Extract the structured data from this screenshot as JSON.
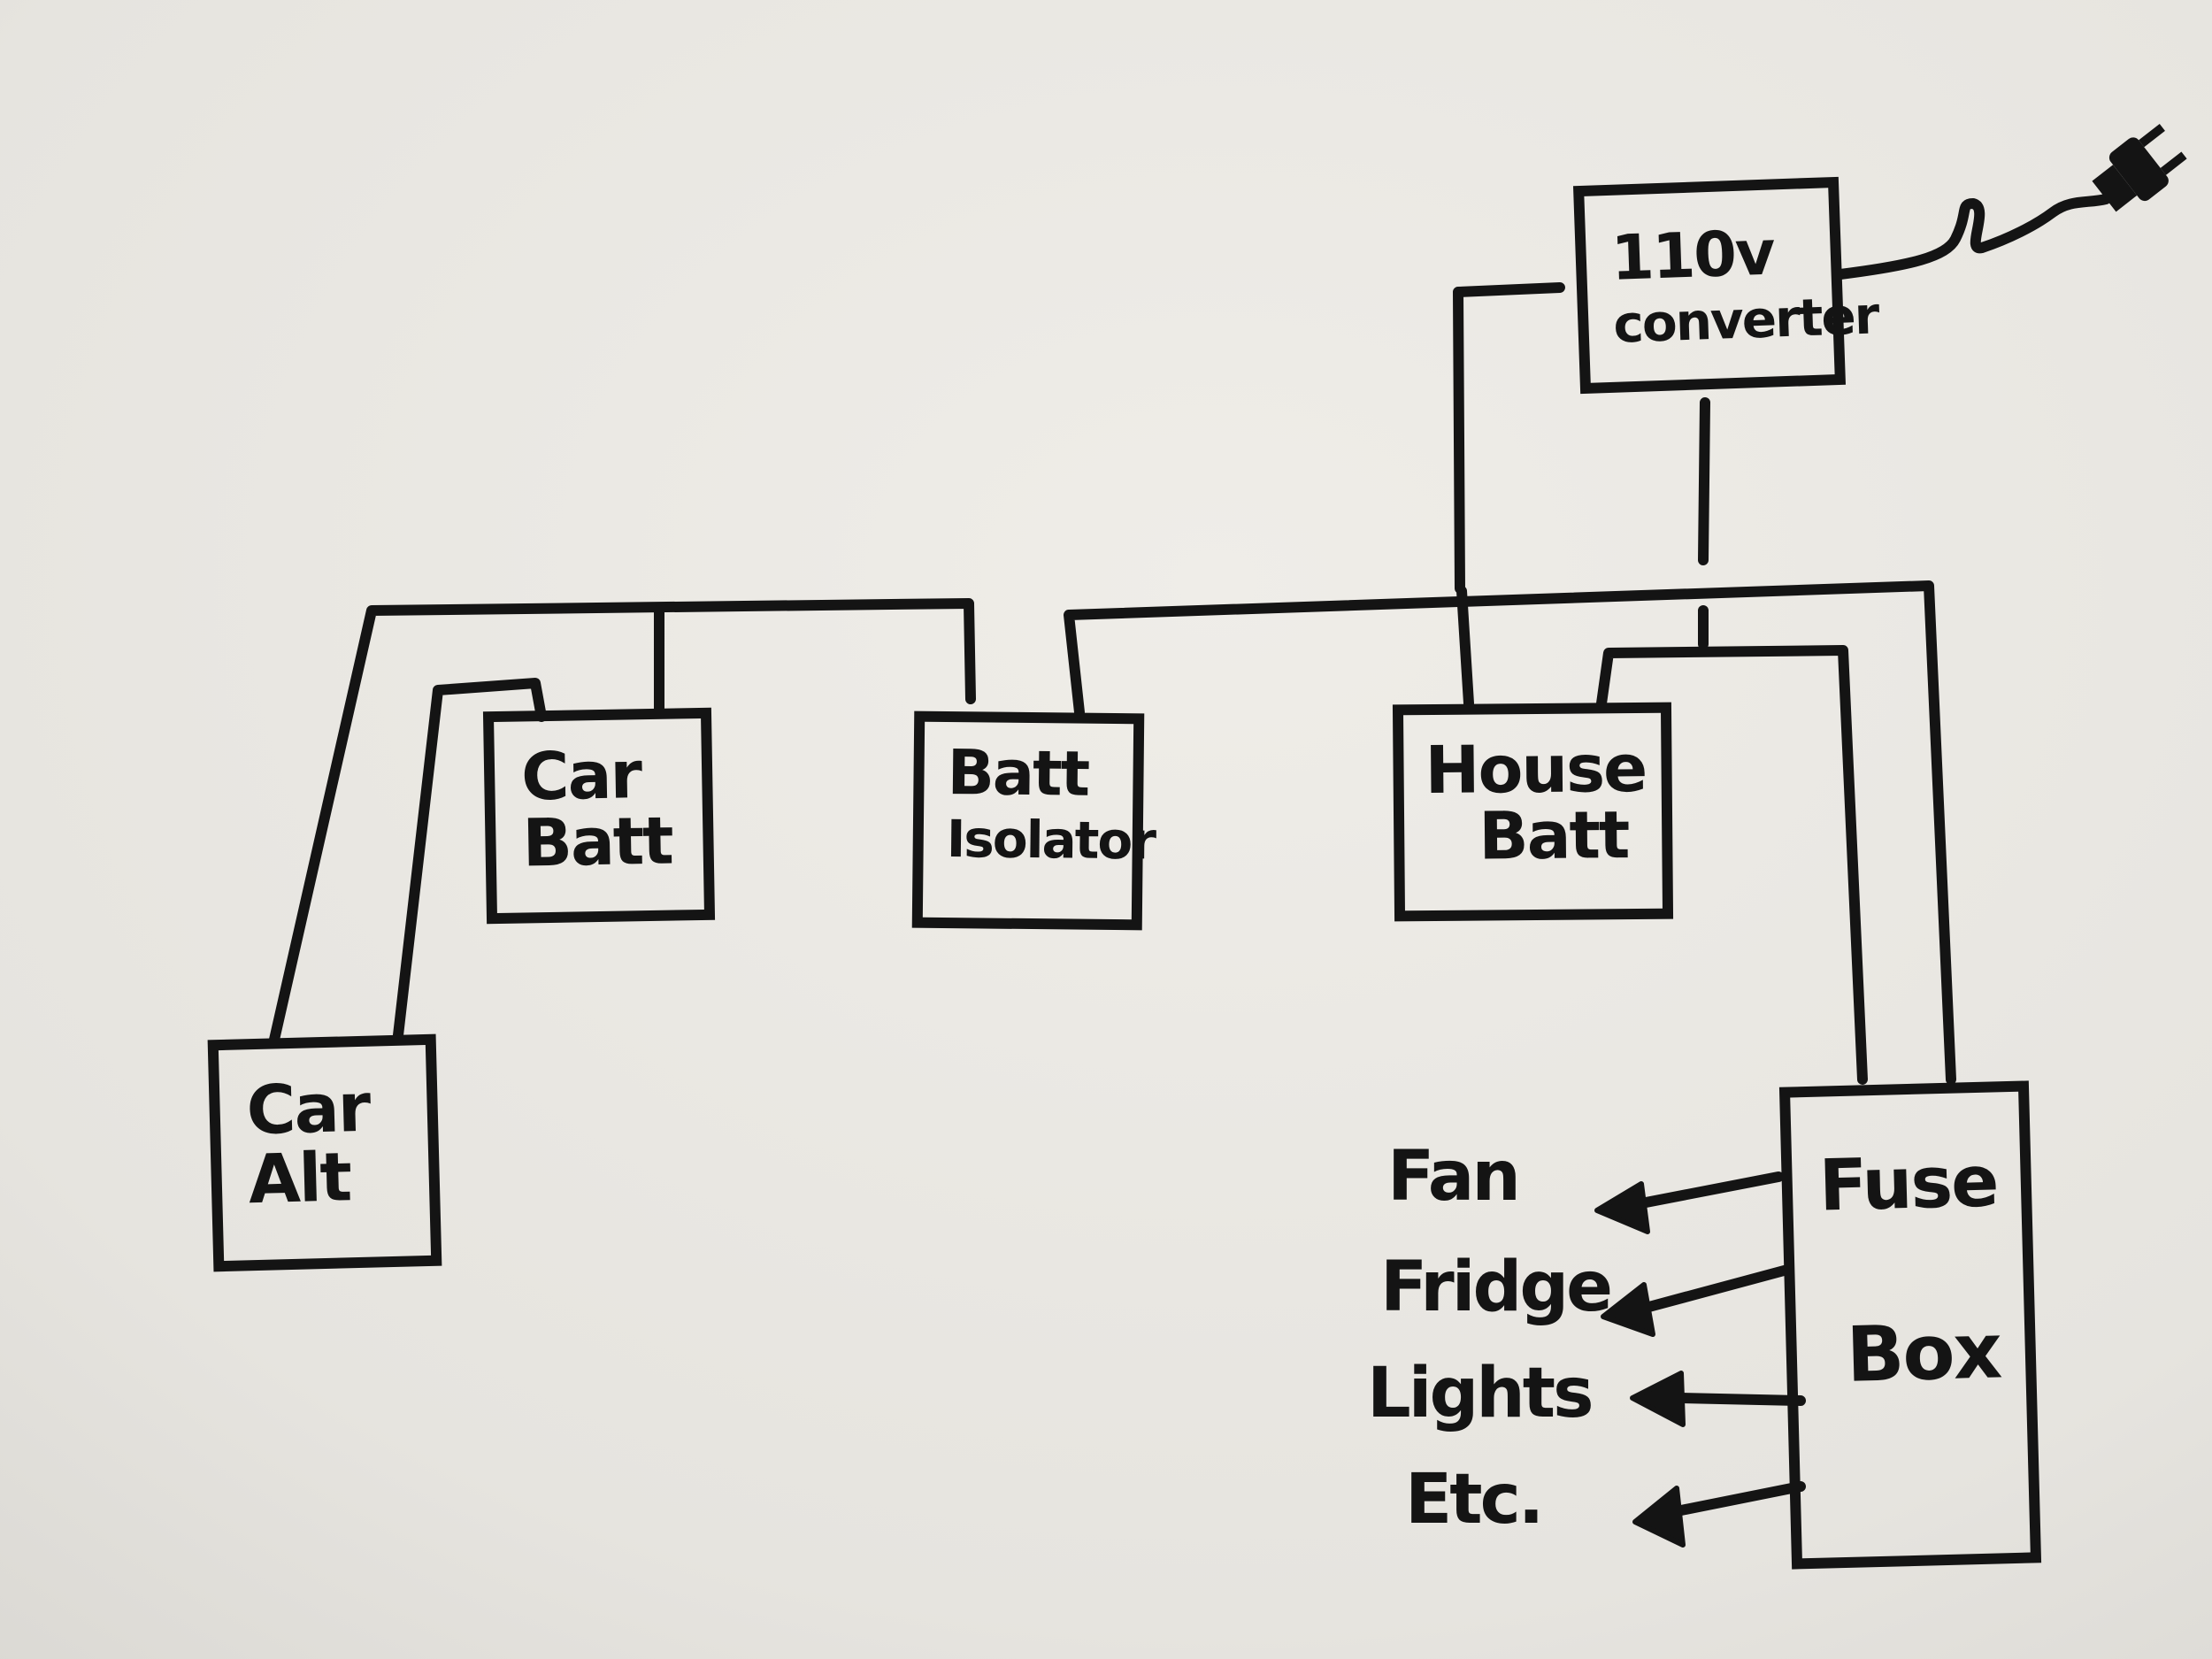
{
  "diagram": {
    "paper_color": "#e9e7e2",
    "ink_color": "#141414",
    "nodes": {
      "converter": {
        "line1": "110v",
        "line2": "converter"
      },
      "car_batt": {
        "line1": "Car",
        "line2": "Batt"
      },
      "batt_isolator": {
        "line1": "Batt",
        "line2": "Isolator"
      },
      "house_batt": {
        "line1": "House",
        "line2": "Batt"
      },
      "car_alt": {
        "line1": "Car",
        "line2": "Alt"
      },
      "fuse_box": {
        "line1": "Fuse",
        "line2": "Box"
      }
    },
    "loads": [
      "Fan",
      "Fridge",
      "Lights",
      "Etc."
    ],
    "plug_icon": "power-plug-icon",
    "arrow_icon": "arrow-left-icon"
  }
}
